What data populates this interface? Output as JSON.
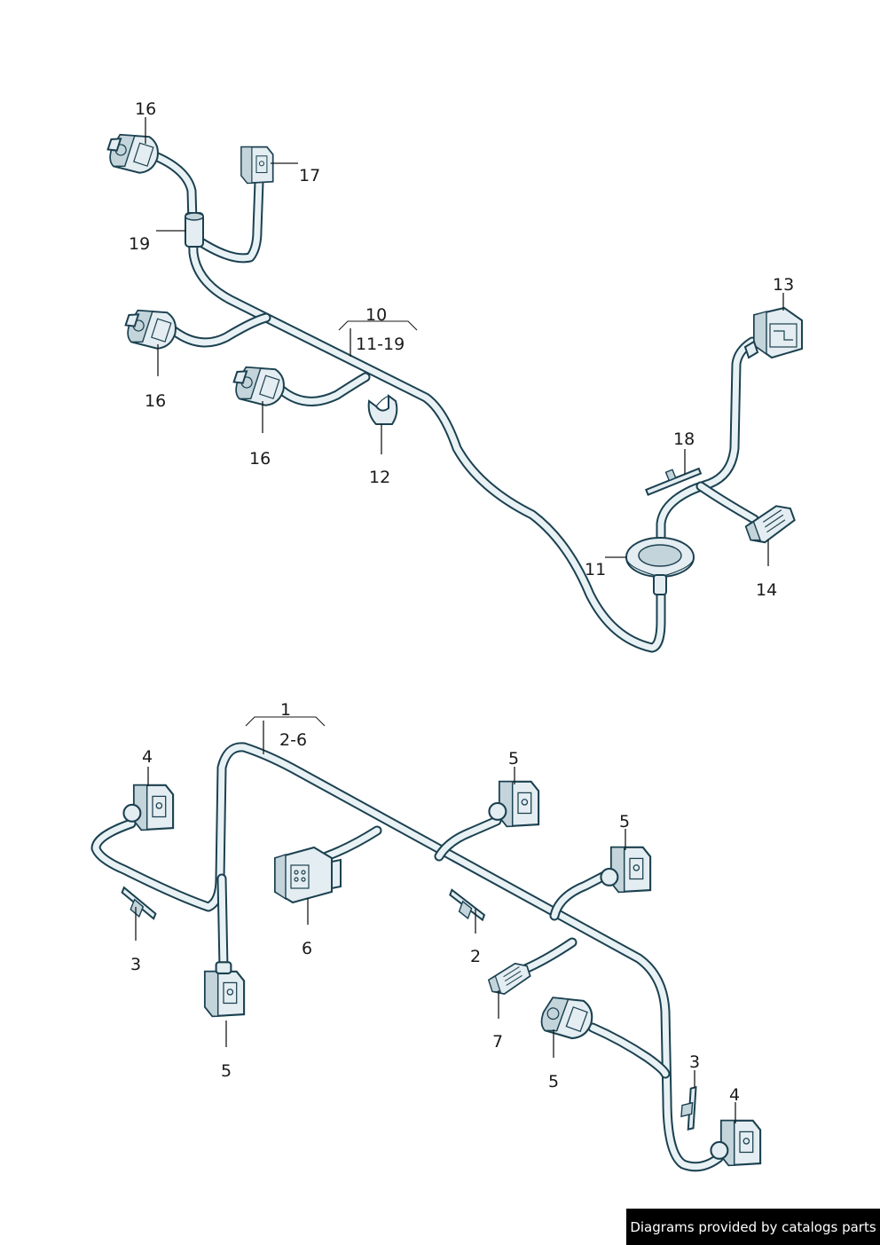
{
  "upper_assembly": {
    "part_number": "10",
    "range": "11-19",
    "callouts": {
      "c16a": "16",
      "c17": "17",
      "c19": "19",
      "c16b": "16",
      "c16c": "16",
      "c12": "12",
      "c13": "13",
      "c18": "18",
      "c11": "11",
      "c14": "14"
    }
  },
  "lower_assembly": {
    "part_number": "1",
    "range": "2-6",
    "callouts": {
      "c4a": "4",
      "c3a": "3",
      "c5a": "5",
      "c6": "6",
      "c2": "2",
      "c7": "7",
      "c5b": "5",
      "c5c": "5",
      "c5d": "5",
      "c3b": "3",
      "c4b": "4"
    }
  },
  "footer": {
    "credit": "Diagrams provided by catalogs parts"
  }
}
